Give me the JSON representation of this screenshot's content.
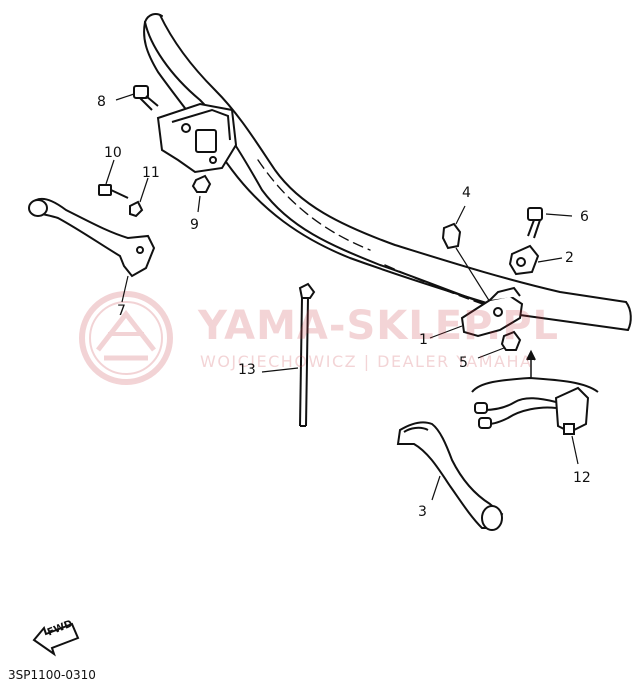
{
  "diagram": {
    "part_labels": [
      {
        "id": "1",
        "text": "1"
      },
      {
        "id": "2",
        "text": "2"
      },
      {
        "id": "3",
        "text": "3"
      },
      {
        "id": "4",
        "text": "4"
      },
      {
        "id": "5",
        "text": "5"
      },
      {
        "id": "6",
        "text": "6"
      },
      {
        "id": "7",
        "text": "7"
      },
      {
        "id": "8",
        "text": "8"
      },
      {
        "id": "9",
        "text": "9"
      },
      {
        "id": "10",
        "text": "10"
      },
      {
        "id": "11",
        "text": "11"
      },
      {
        "id": "12",
        "text": "12"
      },
      {
        "id": "13",
        "text": "13"
      }
    ],
    "fwd_label": "FWD",
    "drawing_code": "3SP1100-0310"
  },
  "watermark": {
    "brand": "YAMA-SKLEP.PL",
    "subtitle": "WOJCIECHOWICZ | DEALER YAMAHA",
    "color": "#c83c46"
  }
}
